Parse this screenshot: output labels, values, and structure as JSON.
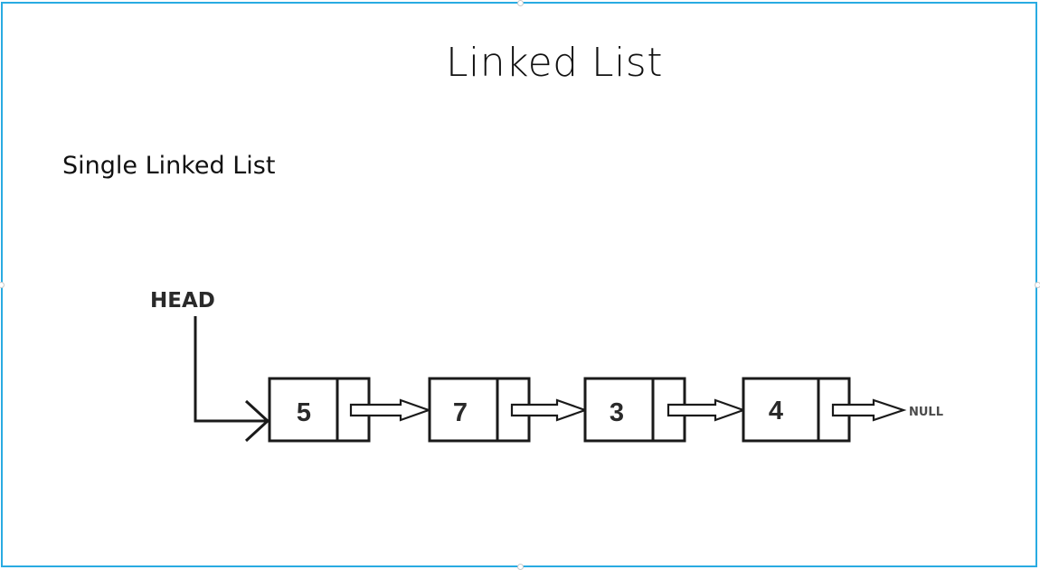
{
  "title": "Linked List",
  "subtitle": "Single Linked List",
  "diagram": {
    "head_label": "HEAD",
    "null_label": "NULL",
    "nodes": [
      "5",
      "7",
      "3",
      "4"
    ]
  }
}
